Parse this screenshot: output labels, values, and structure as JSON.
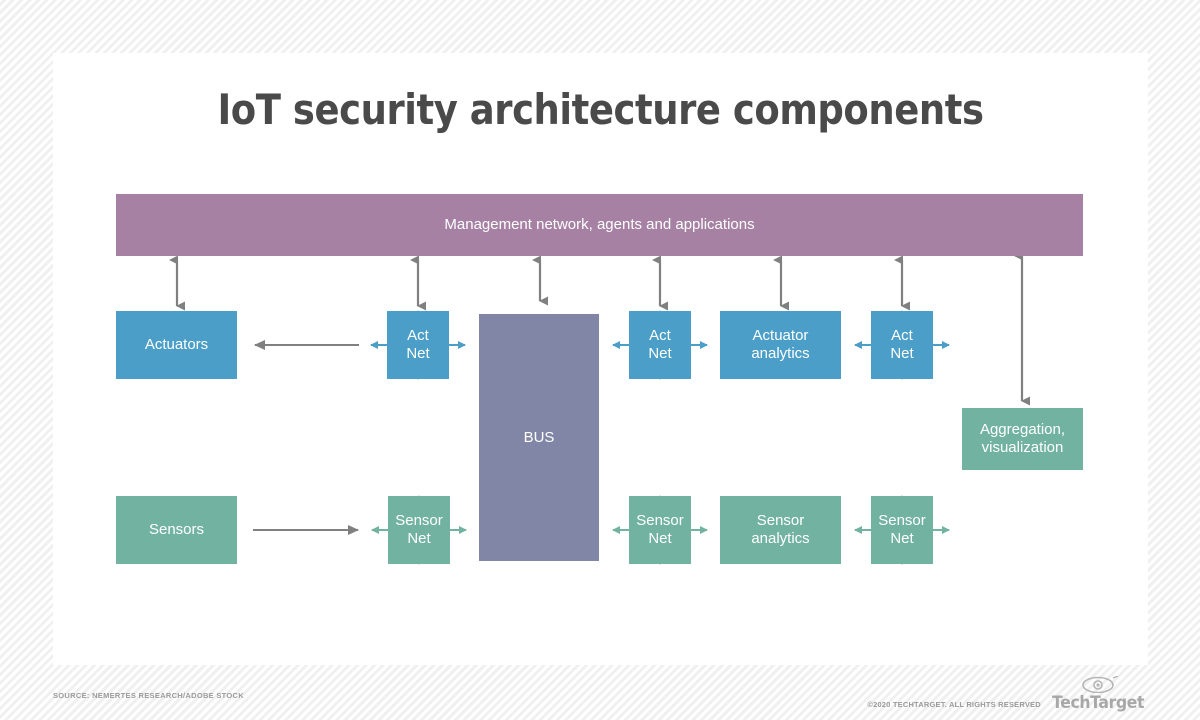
{
  "page": {
    "title": "IoT security architecture components"
  },
  "diagram": {
    "type": "block-architecture",
    "management_bar": {
      "label": "Management network, agents and applications",
      "color": "#a681a4"
    },
    "bus": {
      "label": "BUS",
      "color": "#8286a6"
    },
    "actuator_row": {
      "color": "#4a9ec7",
      "nodes": [
        {
          "label": "Actuators"
        },
        {
          "label": "Act\nNet"
        },
        {
          "label": "Act\nNet"
        },
        {
          "label": "Actuator\nanalytics"
        },
        {
          "label": "Act\nNet"
        }
      ]
    },
    "sensor_row": {
      "color": "#71b3a0",
      "nodes": [
        {
          "label": "Sensors"
        },
        {
          "label": "Sensor\nNet"
        },
        {
          "label": "Sensor\nNet"
        },
        {
          "label": "Sensor\nanalytics"
        },
        {
          "label": "Sensor\nNet"
        }
      ]
    },
    "aggregation": {
      "label": "Aggregation,\nvisualization",
      "color": "#71b3a0"
    },
    "labels": {
      "actuators": "Actuators",
      "act_net_1": "Act\nNet",
      "act_net_2": "Act\nNet",
      "actuator_analytics": "Actuator\nanalytics",
      "act_net_3": "Act\nNet",
      "sensors": "Sensors",
      "sensor_net_1": "Sensor\nNet",
      "sensor_net_2": "Sensor\nNet",
      "sensor_analytics": "Sensor\nanalytics",
      "sensor_net_3": "Sensor\nNet",
      "bus": "BUS",
      "aggregation": "Aggregation,\nvisualization",
      "management": "Management network, agents and applications"
    },
    "arrow_colors": {
      "gray": "#808080",
      "blue": "#4a9ec7",
      "green": "#71b3a0"
    }
  },
  "footer": {
    "source": "SOURCE: NEMERTES RESEARCH/ADOBE STOCK",
    "copyright": "©2020 TECHTARGET. ALL RIGHTS RESERVED",
    "logo_text": "TechTarget",
    "logo_icon": "eye-icon"
  }
}
